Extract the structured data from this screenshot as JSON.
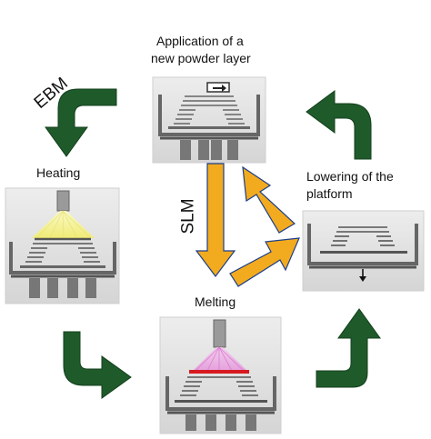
{
  "labels": {
    "application_line1": "Application of a",
    "application_line2": "new powder layer",
    "heating": "Heating",
    "lowering_line1": "Lowering of the",
    "lowering_line2": "platform",
    "melting": "Melting",
    "ebm": "EBM",
    "slm": "SLM"
  },
  "colors": {
    "ebm_arrow": "#1f5a2b",
    "slm_arrow": "#f2ab1e",
    "slm_arrow_outline": "#1c3f8a",
    "panel_background": "#dcdcdc",
    "machine_grey": "#6f6f6f",
    "heating_glow": "#f5f28a",
    "melt_beam": "#e57ad8",
    "melt_layer": "#d71920"
  },
  "icons": {
    "arrow_down": "down-arrow-icon"
  }
}
